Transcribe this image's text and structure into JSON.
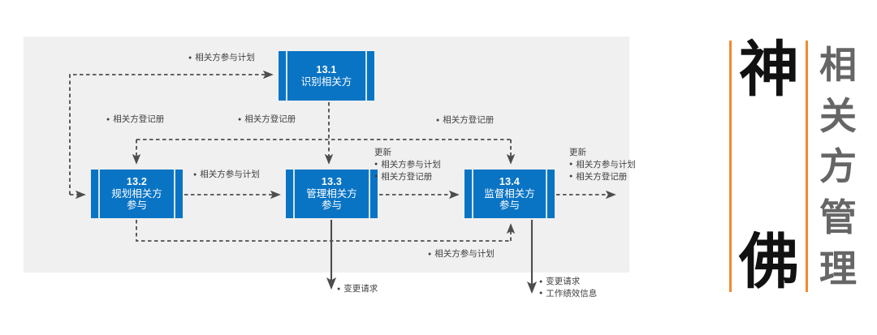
{
  "diagram": {
    "title_hidden": "",
    "panel_bg": "#f0f0f0",
    "box_color": "#0a74c4",
    "accent_color": "#f08a30",
    "processes": [
      {
        "id": "13.1",
        "number": "13.1",
        "name": "识别相关方"
      },
      {
        "id": "13.2",
        "number": "13.2",
        "name": "规划相关方\n参与",
        "name_line1": "规划相关方",
        "name_line2": "参与"
      },
      {
        "id": "13.3",
        "number": "13.3",
        "name": "管理相关方\n参与",
        "name_line1": "管理相关方",
        "name_line2": "参与"
      },
      {
        "id": "13.4",
        "number": "13.4",
        "name": "监督相关方\n参与",
        "name_line1": "监督相关方",
        "name_line2": "参与"
      }
    ],
    "labels": {
      "to_131": "相关方参与计划",
      "reg_left": "相关方登记册",
      "reg_mid": "相关方登记册",
      "reg_right": "相关方登记册",
      "plan_132_133": "相关方参与计划",
      "update_mid_head": "更新",
      "update_mid_item1": "相关方参与计划",
      "update_mid_item2": "相关方登记册",
      "update_right_head": "更新",
      "update_right_item1": "相关方参与计划",
      "update_right_item2": "相关方登记册",
      "plan_bottom": "相关方参与计划",
      "change_req_133": "变更请求",
      "change_req_134": "变更请求",
      "work_perf_134": "工作绩效信息"
    }
  },
  "sidebar": {
    "brand_chars": [
      "神",
      "佛"
    ],
    "title_chars": [
      "相",
      "关",
      "方",
      "管",
      "理"
    ],
    "brand_text": "神佛",
    "title_text": "相关方管理"
  }
}
